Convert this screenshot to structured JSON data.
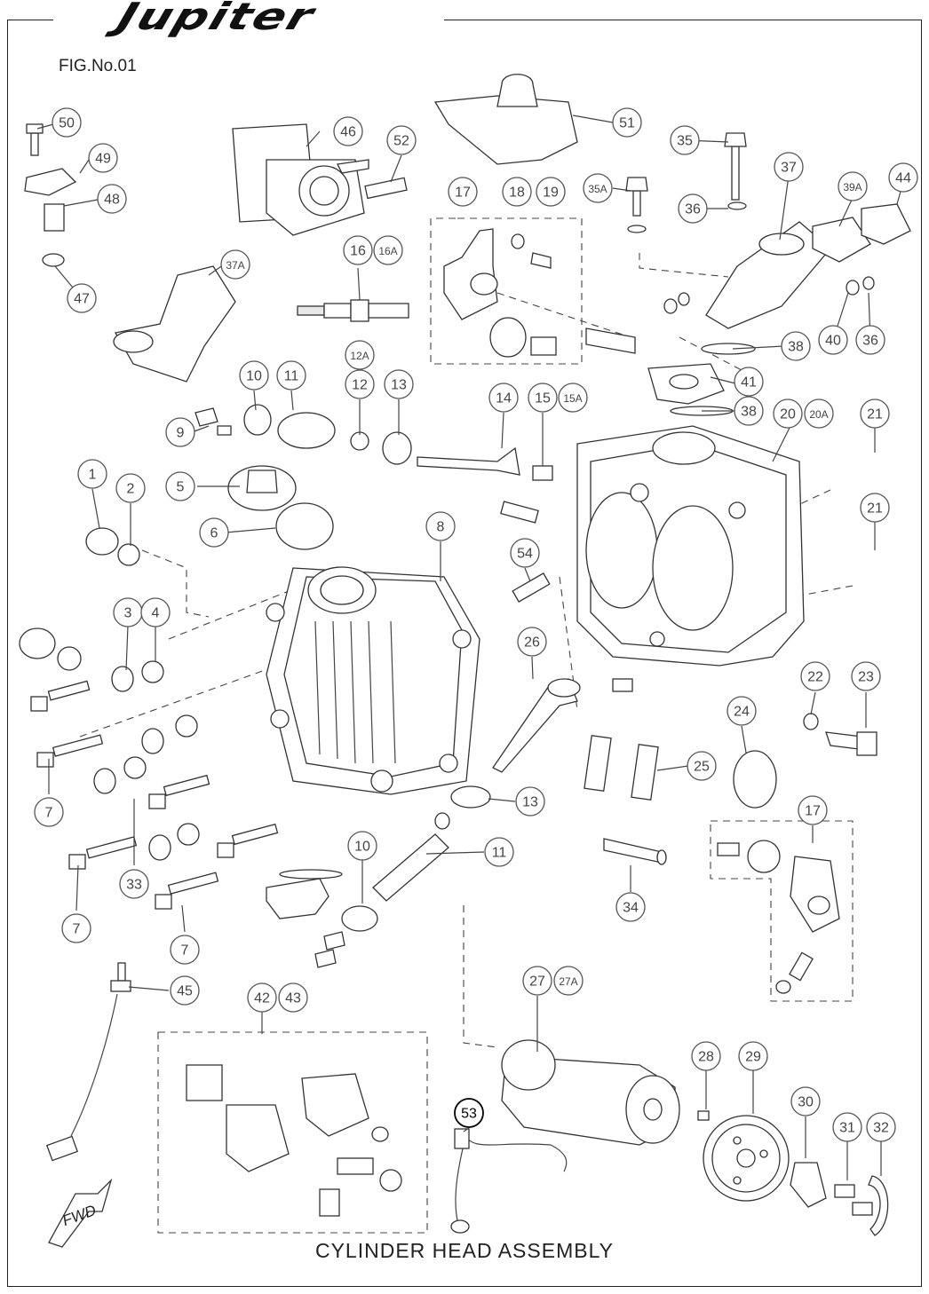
{
  "header": {
    "brand": "Jupiter",
    "fig_label": "FIG.No.01"
  },
  "caption": "CYLINDER HEAD ASSEMBLY",
  "direction_marker": "FWD",
  "callouts": [
    "50",
    "49",
    "48",
    "47",
    "46",
    "52",
    "51",
    "35",
    "37",
    "39A",
    "44",
    "35A",
    "36",
    "17",
    "18",
    "19",
    "37A",
    "16",
    "16A",
    "38",
    "40",
    "36",
    "41",
    "38",
    "12A",
    "10",
    "11",
    "12",
    "13",
    "14",
    "15",
    "15A",
    "20",
    "20A",
    "21",
    "9",
    "1",
    "2",
    "5",
    "6",
    "8",
    "21",
    "54",
    "3",
    "4",
    "26",
    "22",
    "23",
    "24",
    "25",
    "7",
    "13",
    "17",
    "33",
    "10",
    "11",
    "7",
    "34",
    "7",
    "45",
    "42",
    "43",
    "27",
    "27A",
    "28",
    "29",
    "30",
    "31",
    "32",
    "53"
  ]
}
